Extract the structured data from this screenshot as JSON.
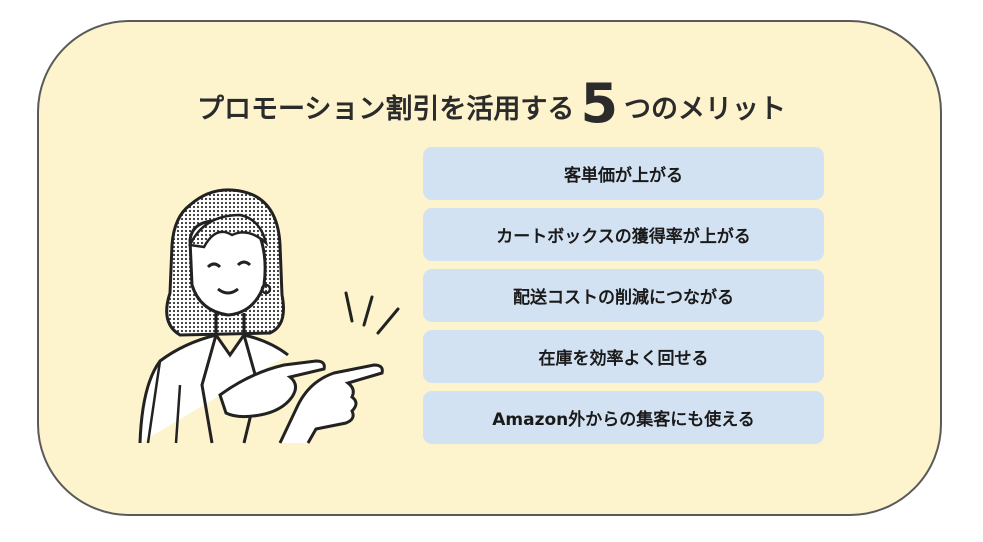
{
  "title": {
    "prefix": "プロモーション割引を活用する",
    "number": "5",
    "suffix": "つのメリット"
  },
  "benefits": [
    "客単価が上がる",
    "カートボックスの獲得率が上がる",
    "配送コストの削減につながる",
    "在庫を効率よく回せる",
    "Amazon外からの集客にも使える"
  ],
  "colors": {
    "card_background": "#fdf3cc",
    "card_border": "#5a5a5a",
    "benefit_background": "#d3e2f2",
    "text": "#2b2b2b"
  },
  "illustration": {
    "icon": "pointing-woman-icon"
  }
}
